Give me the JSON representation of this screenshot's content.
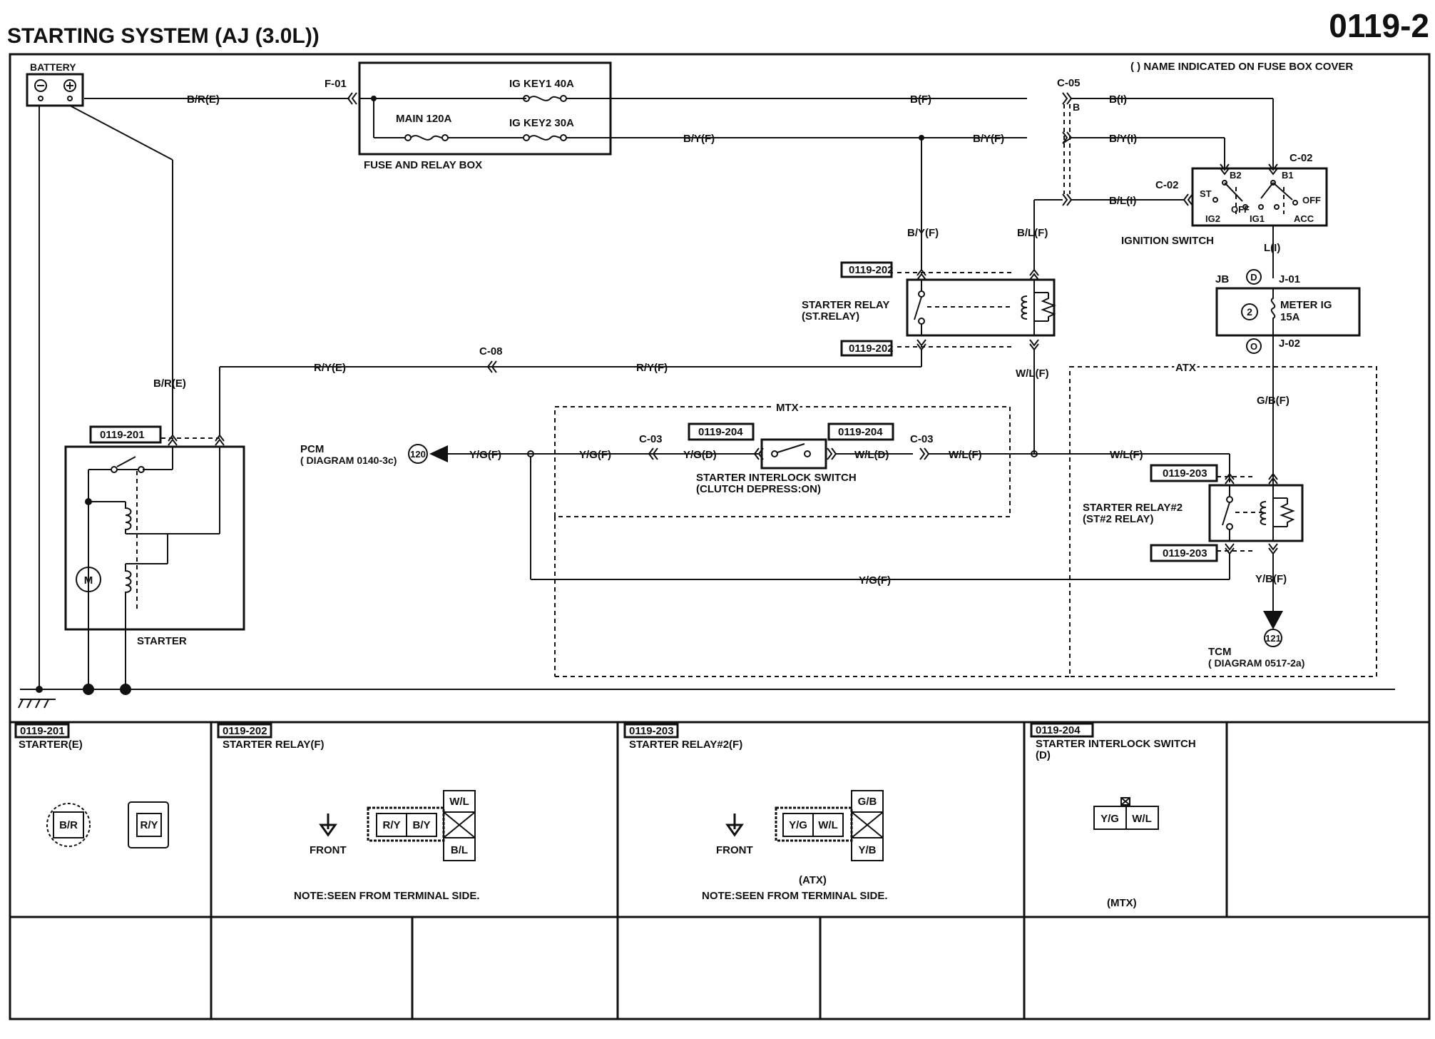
{
  "title": "STARTING SYSTEM (AJ (3.0L))",
  "page_number": "0119-2",
  "fuse_note": "( ) NAME INDICATED ON FUSE BOX COVER",
  "battery": "BATTERY",
  "fuse_box": {
    "label": "FUSE AND RELAY BOX",
    "ig_key1": "IG KEY1 40A",
    "ig_key2": "IG KEY2 30A",
    "main": "MAIN 120A"
  },
  "connectors": {
    "f01": "F-01",
    "c05": "C-05",
    "c05_b": "B",
    "c02_top": "C-02",
    "c02_left": "C-02",
    "c08": "C-08",
    "c03_left": "C-03",
    "c03_right": "C-03",
    "jb": "JB",
    "j01": "J-01",
    "j02": "J-02"
  },
  "wires": {
    "br_e_top": "B/R(E)",
    "b_f": "B(F)",
    "b_i": "B(I)",
    "by_f_1": "B/Y(F)",
    "by_f_2": "B/Y(F)",
    "by_i": "B/Y(I)",
    "bl_i": "B/L(I)",
    "by_f_v": "B/Y(F)",
    "bl_f_v": "B/L(F)",
    "l_i": "L(I)",
    "ry_e": "R/Y(E)",
    "ry_f": "R/Y(F)",
    "br_e_v": "B/R(E)",
    "wl_f_v": "W/L(F)",
    "gb_f": "G/B(F)",
    "yg_f_1": "Y/G(F)",
    "yg_f_2": "Y/G(F)",
    "yg_d": "Y/G(D)",
    "wl_d": "W/L(D)",
    "wl_f_1": "W/L(F)",
    "wl_f_2": "W/L(F)",
    "yg_f_bottom": "Y/G(F)",
    "yb_f": "Y/B(F)"
  },
  "ignition": {
    "label": "IGNITION SWITCH",
    "b2": "B2",
    "b1": "B1",
    "st": "ST",
    "off1": "OFF",
    "off2": "OFF",
    "ig2": "IG2",
    "ig1": "IG1",
    "acc": "ACC"
  },
  "meter_fuse": {
    "circle": "2",
    "line1": "METER IG",
    "line2": "15A",
    "d": "D",
    "o": "O"
  },
  "starter_relay": {
    "label1": "STARTER RELAY",
    "label2": "(ST.RELAY)",
    "ref_top": "0119-202",
    "ref_bottom": "0119-202"
  },
  "starter_relay2": {
    "label1": "STARTER RELAY#2",
    "label2": "(ST#2 RELAY)",
    "ref_top": "0119-203",
    "ref_bottom": "0119-203"
  },
  "interlock": {
    "label1": "STARTER INTERLOCK SWITCH",
    "label2": "(CLUTCH DEPRESS:ON)",
    "ref_left": "0119-204",
    "ref_right": "0119-204"
  },
  "mtx": "MTX",
  "atx": "ATX",
  "pcm": {
    "label": "PCM",
    "diagram": "( DIAGRAM 0140-3c)",
    "circle": "120"
  },
  "tcm": {
    "label": "TCM",
    "diagram": "( DIAGRAM 0517-2a)",
    "circle": "121"
  },
  "starter": {
    "label": "STARTER",
    "ref": "0119-201",
    "motor": "M"
  },
  "panels": [
    {
      "ref": "0119-201",
      "title": "STARTER(E)",
      "pins": [
        "B/R",
        "R/Y"
      ]
    },
    {
      "ref": "0119-202",
      "title": "STARTER RELAY(F)",
      "front": "FRONT",
      "pins": [
        "W/L",
        "R/Y",
        "B/Y",
        "B/L"
      ],
      "note": "NOTE:SEEN FROM TERMINAL SIDE."
    },
    {
      "ref": "0119-203",
      "title": "STARTER RELAY#2(F)",
      "front": "FRONT",
      "pins": [
        "G/B",
        "Y/G",
        "W/L",
        "Y/B"
      ],
      "sub": "(ATX)",
      "note": "NOTE:SEEN FROM TERMINAL SIDE."
    },
    {
      "ref": "0119-204",
      "title1": "STARTER INTERLOCK SWITCH",
      "title2": "(D)",
      "pins": [
        "Y/G",
        "W/L"
      ],
      "sub": "(MTX)"
    }
  ]
}
